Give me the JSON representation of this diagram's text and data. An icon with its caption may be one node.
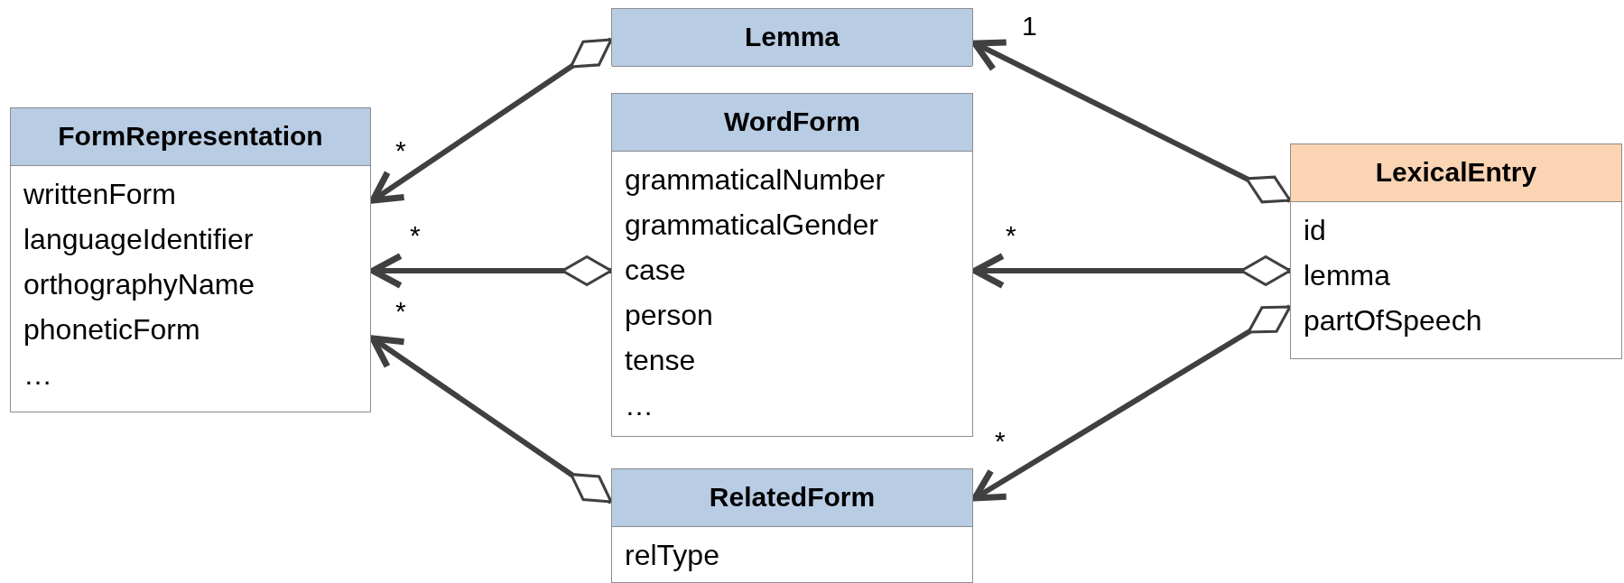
{
  "diagram": {
    "nodes": [
      {
        "text": [
          "Lemma"
        ]
      },
      {
        "text": [
          "FormRepresentation",
          "writtenForm",
          "languageIdentifier",
          "orthographyName",
          "phoneticForm",
          "…"
        ]
      },
      {
        "text": [
          "WordForm",
          "grammaticalNumber",
          "grammaticalGender",
          "case",
          "person",
          "tense",
          "…"
        ]
      },
      {
        "text": [
          "LexicalEntry",
          "id",
          "lemma",
          "partOfSpeech"
        ]
      },
      {
        "text": [
          "RelatedForm",
          "relType"
        ]
      }
    ],
    "edges": [
      {
        "from": 0,
        "to": 1,
        "arrow": "to",
        "label": "*"
      },
      {
        "from": 2,
        "to": 1,
        "arrow": "to",
        "label": "*"
      },
      {
        "from": 4,
        "to": 1,
        "arrow": "to",
        "label": "*"
      },
      {
        "from": 3,
        "to": 0,
        "arrow": "to",
        "label": "1"
      },
      {
        "from": 3,
        "to": 2,
        "arrow": "to",
        "label": "*"
      },
      {
        "from": 3,
        "to": 4,
        "arrow": "to",
        "label": "*"
      }
    ]
  }
}
